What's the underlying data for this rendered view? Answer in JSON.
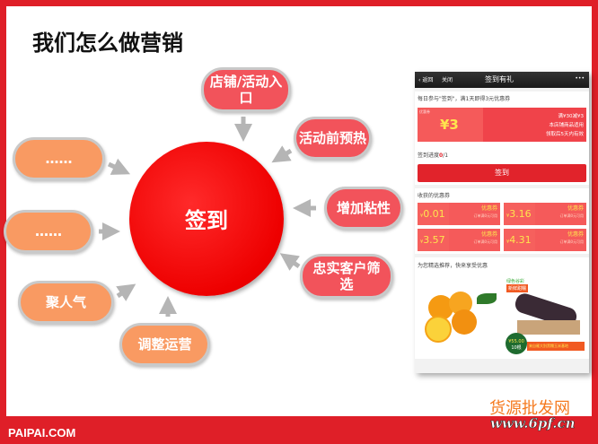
{
  "title": "我们怎么做营销",
  "center": "签到",
  "bubbles": {
    "entry": "店铺/活动入口",
    "preheat": "活动前预热",
    "sticky": "增加粘性",
    "loyal": "忠实客户筛选",
    "adjust": "调整运营",
    "popularity": "聚人气",
    "more1": "……",
    "more2": "……"
  },
  "phone": {
    "back": "返回",
    "close": "关闭",
    "title": "签到有礼",
    "menu": "•••",
    "intro": "每日参与\"签到\"，满1天即得3元优惠券",
    "coupon": {
      "tag": "优惠券",
      "amount": "¥3",
      "line1": "满¥30减¥3",
      "line2": "本店铺商品适用",
      "line3": "领取后5天内有效"
    },
    "progress_label": "签到进度",
    "progress_done": "0",
    "progress_total": "/1",
    "signin_button": "签到",
    "received_title": "收获的优惠券",
    "coupons": [
      {
        "value": "0.01",
        "label": "优惠券",
        "cond": "订单满0元可用"
      },
      {
        "value": "3.16",
        "label": "优惠券",
        "cond": "订单满0元可用"
      },
      {
        "value": "3.57",
        "label": "优惠券",
        "cond": "订单满0元可用"
      },
      {
        "value": "4.31",
        "label": "优惠券",
        "cond": "订单满0元可用"
      }
    ],
    "recommend_title": "为您精选推荐，快来享受优惠",
    "product2": {
      "brand": "绿色谷彩",
      "badge": "新鲜甜糯",
      "price": "¥55.00",
      "unit": "10根",
      "caption": "来自雁大别黑糯玉米基地"
    }
  },
  "footer": {
    "brand": "PAIPAI.COM",
    "watermark": "货源批发网",
    "watermark_url": "www.6pf.cn"
  }
}
